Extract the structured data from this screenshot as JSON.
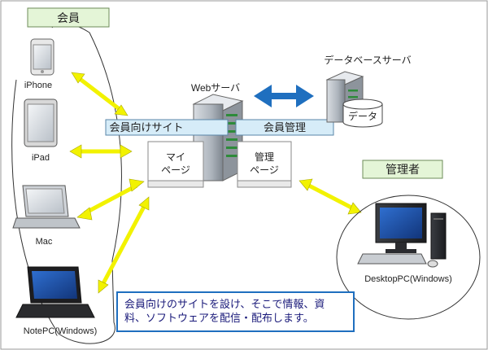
{
  "groups": {
    "member": "会員",
    "admin": "管理者"
  },
  "devices": {
    "iphone": "iPhone",
    "ipad": "iPad",
    "mac": "Mac",
    "notepc": "NotePC(Windows)",
    "desktop": "DesktopPC(Windows)"
  },
  "servers": {
    "web": "Webサーバ",
    "db": "データベースサーバ",
    "data": "データ"
  },
  "sites": {
    "member_site": "会員向けサイト",
    "member_admin": "会員管理",
    "my_page_1": "マイ",
    "my_page_2": "ページ",
    "admin_page_1": "管理",
    "admin_page_2": "ページ"
  },
  "note": {
    "line1": "会員向けのサイトを設け、そこで情報、資",
    "line2": "料、ソフトウェアを配信・配布します。"
  },
  "colors": {
    "arrow_yellow": "#f2f200",
    "arrow_blue": "#1f6fbf",
    "label_green": "#e4f5d7",
    "label_blue": "#d6ecf8"
  }
}
